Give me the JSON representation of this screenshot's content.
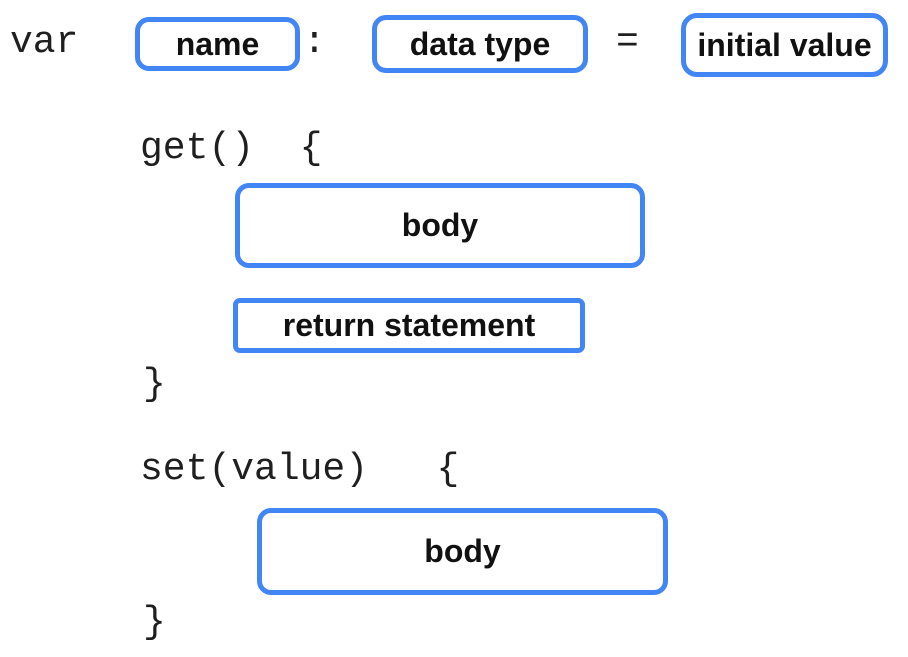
{
  "colors": {
    "accent": "#4285F4",
    "text": "#1f1f1f"
  },
  "syntax": {
    "var_keyword": "var",
    "colon": ":",
    "equals": "=",
    "name_placeholder": "name",
    "data_type_placeholder": "data type",
    "initial_value_placeholder": "initial value",
    "getter_open_line": "get()  {",
    "getter_body_placeholder": "body",
    "getter_return_placeholder": "return statement",
    "getter_close_brace": "}",
    "setter_open_line": "set(value)   {",
    "setter_body_placeholder": "body",
    "setter_close_brace": "}"
  }
}
